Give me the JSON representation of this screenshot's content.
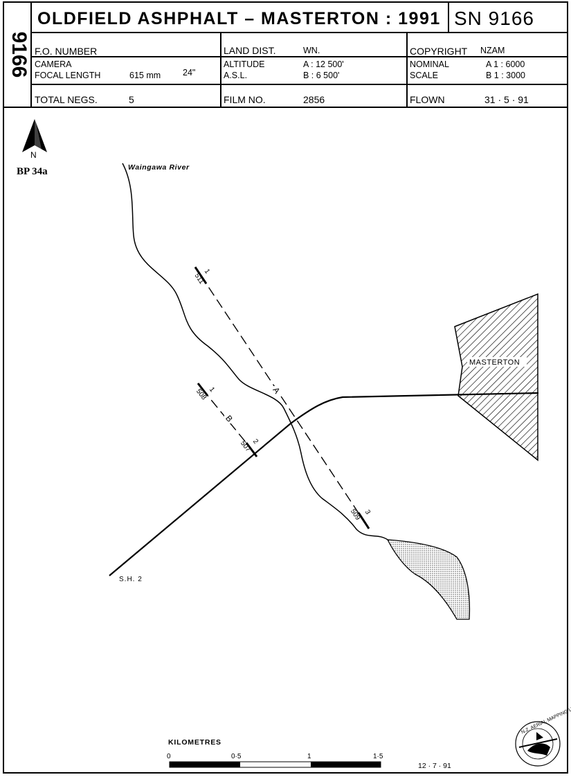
{
  "header": {
    "side_number": "9166",
    "title": "OLDFIELD ASHPHALT – MASTERTON : 1991",
    "sn": "SN 9166",
    "fo_number_label": "F.O. NUMBER",
    "land_dist_label": "LAND DIST.",
    "land_dist_value": "WN.",
    "copyright_label": "COPYRIGHT",
    "copyright_value": "NZAM",
    "camera_label": "CAMERA",
    "focal_length_label": "FOCAL LENGTH",
    "focal_length_mm": "615 mm",
    "focal_length_in": "24\"",
    "altitude_label": "ALTITUDE",
    "asl_label": "A.S.L.",
    "altitude_a": "A : 12 500'",
    "altitude_b": "B : 6 500'",
    "nominal_label": "NOMINAL",
    "scale_label": "SCALE",
    "scale_a": "A 1 : 6000",
    "scale_b": "B 1 : 3000",
    "total_negs_label": "TOTAL NEGS.",
    "total_negs_value": "5",
    "film_no_label": "FILM NO.",
    "film_no_value": "2856",
    "flown_label": "FLOWN",
    "flown_value": "31 · 5 · 91"
  },
  "map": {
    "north_label": "N",
    "sheet_code": "BP 34a",
    "river_label": "Waingawa River",
    "town_label": "MASTERTON",
    "highway_label": "S.H. 2",
    "run_a": {
      "label": "A",
      "start_frame": "511",
      "start_num": "1",
      "end_frame": "509",
      "end_num": "3"
    },
    "run_b": {
      "label": "B",
      "start_frame": "508",
      "start_num": "1",
      "end_frame": "507",
      "end_num": "2"
    }
  },
  "scale_bar": {
    "title": "KILOMETRES",
    "ticks": [
      "0",
      "0·5",
      "1",
      "1·5"
    ],
    "date": "12 · 7 · 91"
  },
  "logo": {
    "text": "N.Z. AERIAL MAPPING LTD."
  }
}
